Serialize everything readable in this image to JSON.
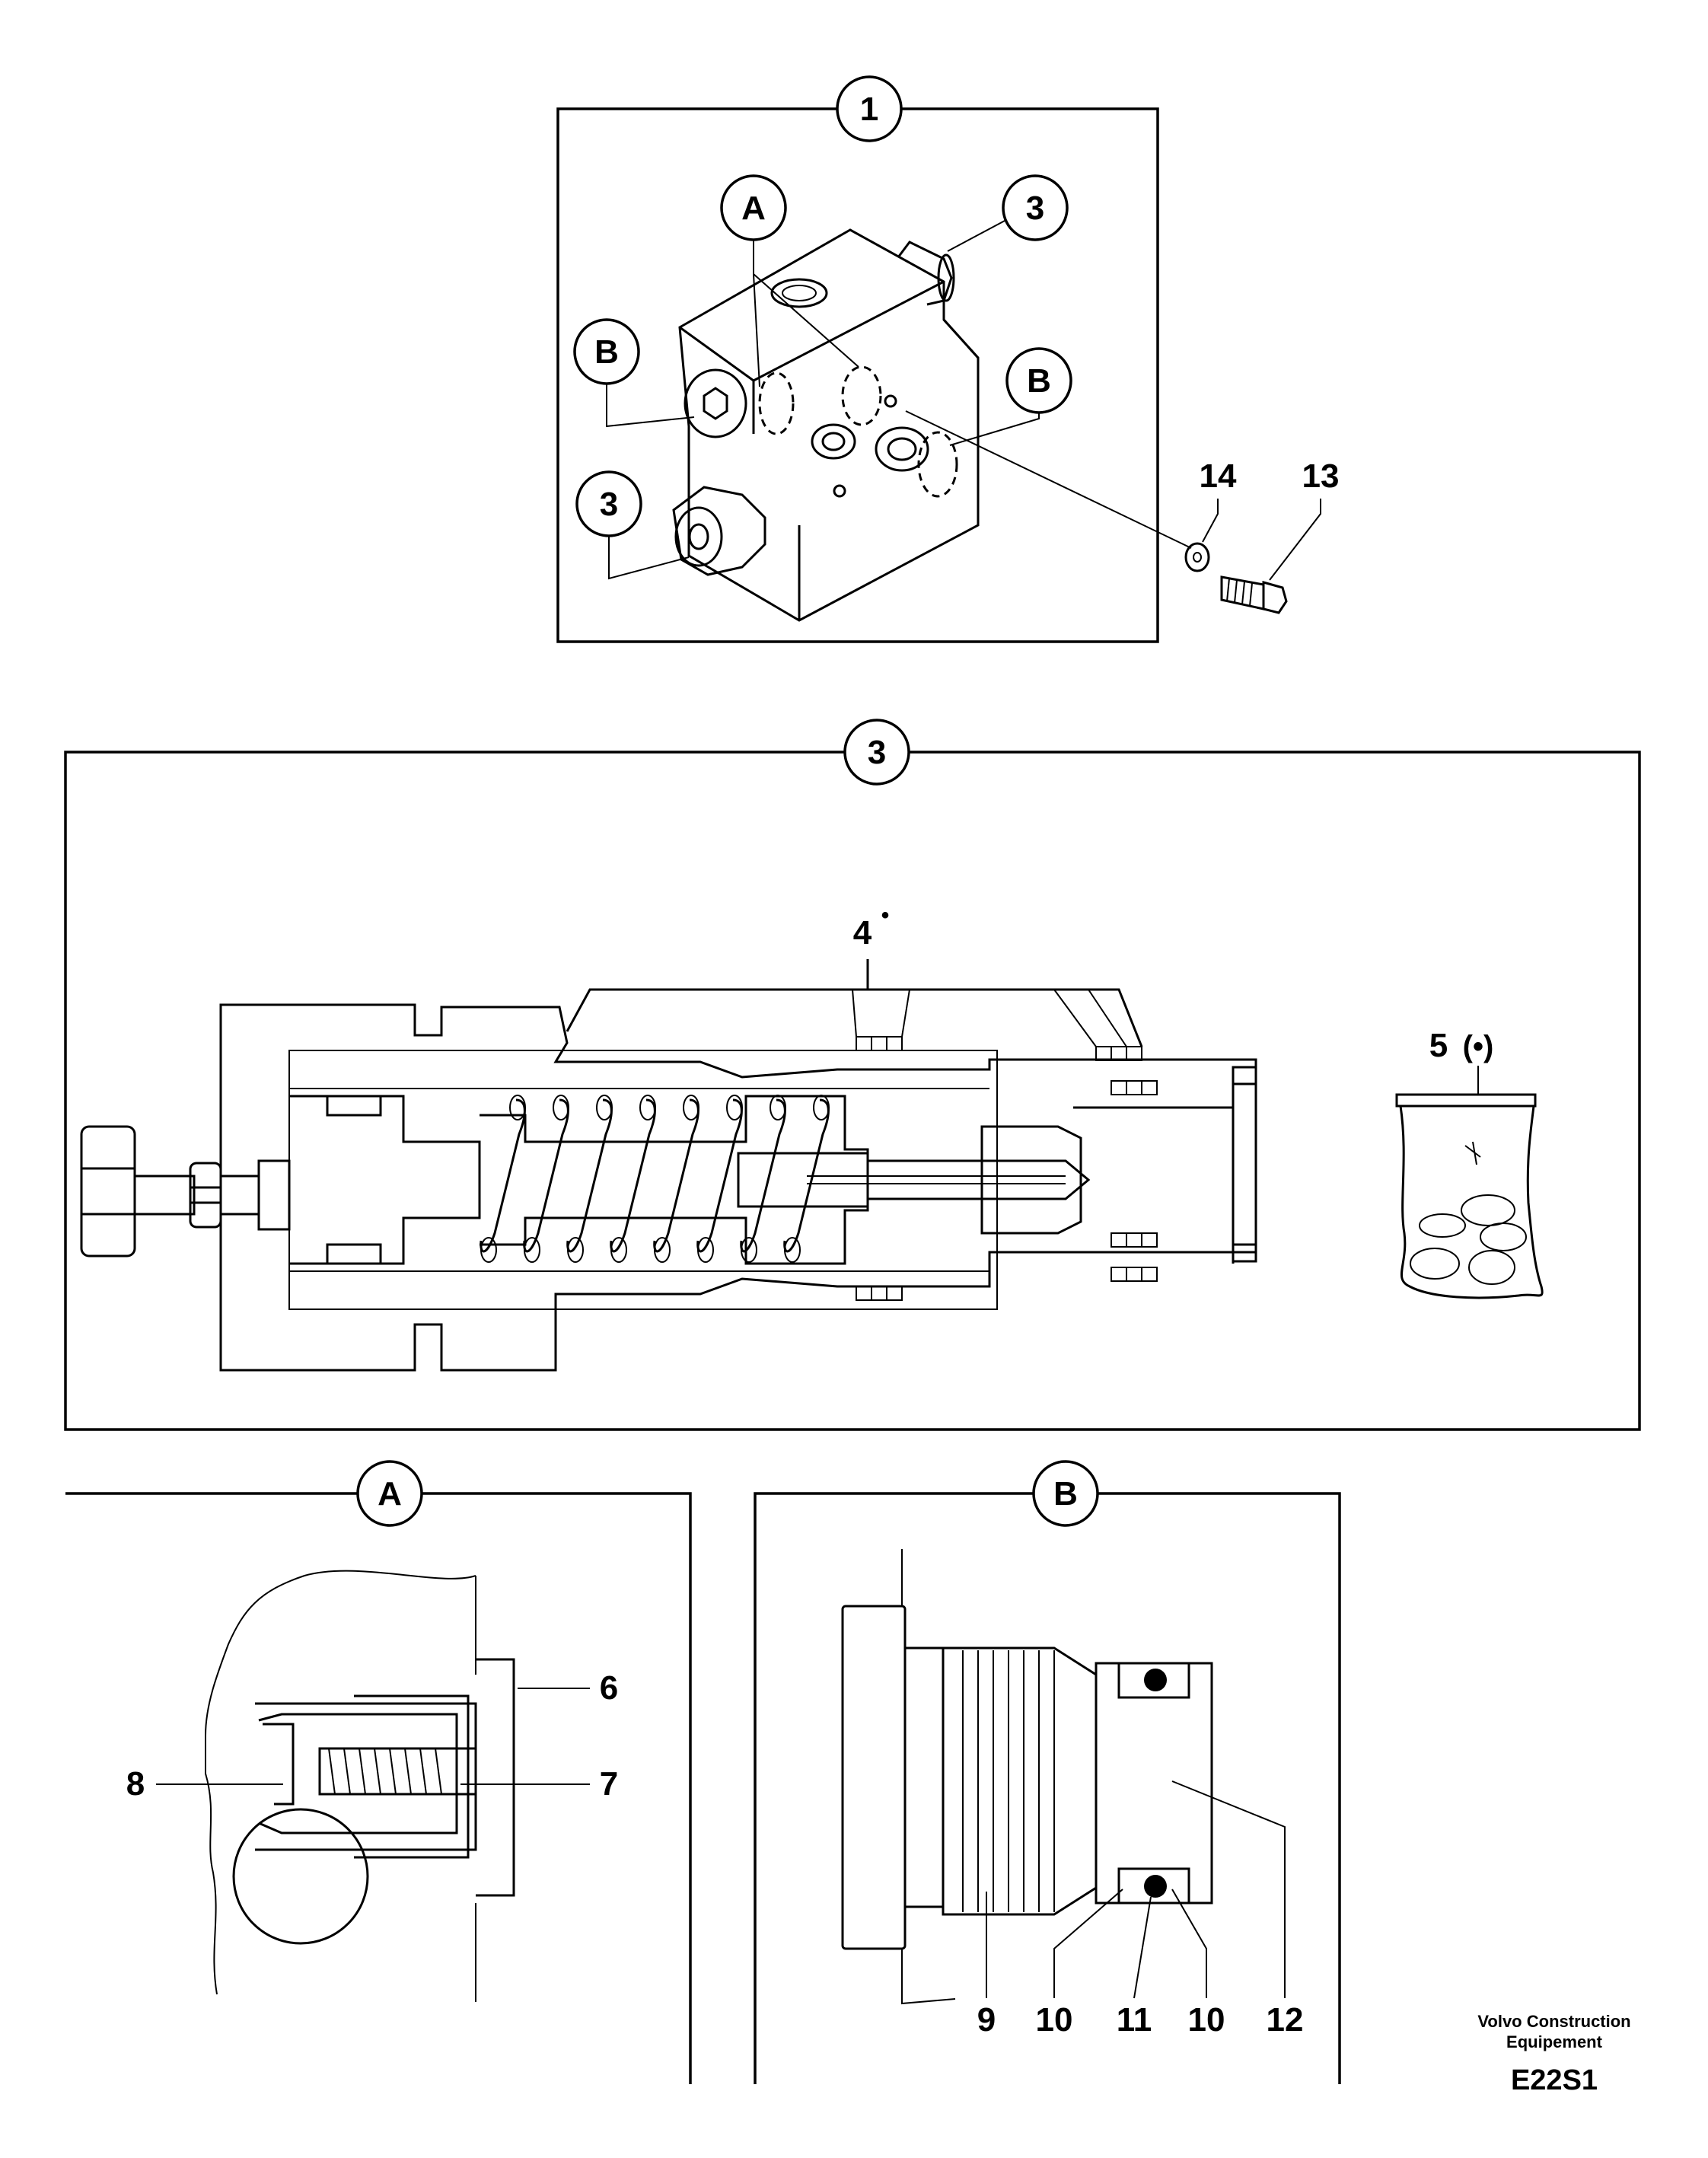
{
  "views": {
    "v1": "1",
    "v3": "3",
    "vA": "A",
    "vB": "B"
  },
  "callouts": {
    "top_A": "A",
    "top_B_left": "B",
    "top_B_right": "B",
    "top_3_upper": "3",
    "top_3_lower": "3",
    "p14": "14",
    "p13": "13",
    "p4": "4",
    "p4_mark": "•",
    "p5": "5",
    "p5_mark": "(•)",
    "p6": "6",
    "p7": "7",
    "p8": "8",
    "p9": "9",
    "p10a": "10",
    "p11": "11",
    "p10b": "10",
    "p12": "12"
  },
  "footer": {
    "company_line1": "Volvo Construction",
    "company_line2": "Equipement",
    "code": "E22S1"
  }
}
